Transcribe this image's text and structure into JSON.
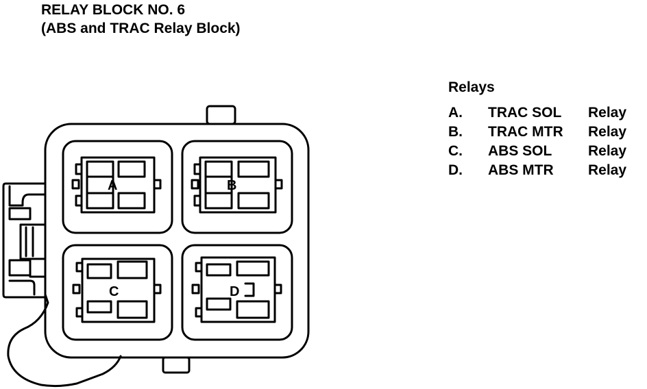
{
  "title": {
    "line1": "RELAY BLOCK NO. 6",
    "line2": "(ABS and TRAC Relay Block)"
  },
  "legend": {
    "heading": "Relays",
    "items": [
      {
        "letter": "A.",
        "name": "TRAC SOL",
        "suffix": "Relay"
      },
      {
        "letter": "B.",
        "name": "TRAC MTR",
        "suffix": "Relay"
      },
      {
        "letter": "C.",
        "name": "ABS SOL",
        "suffix": "Relay"
      },
      {
        "letter": "D.",
        "name": "ABS MTR",
        "suffix": "Relay"
      }
    ]
  },
  "slots": {
    "a": "A",
    "b": "B",
    "c": "C",
    "d": "D"
  }
}
